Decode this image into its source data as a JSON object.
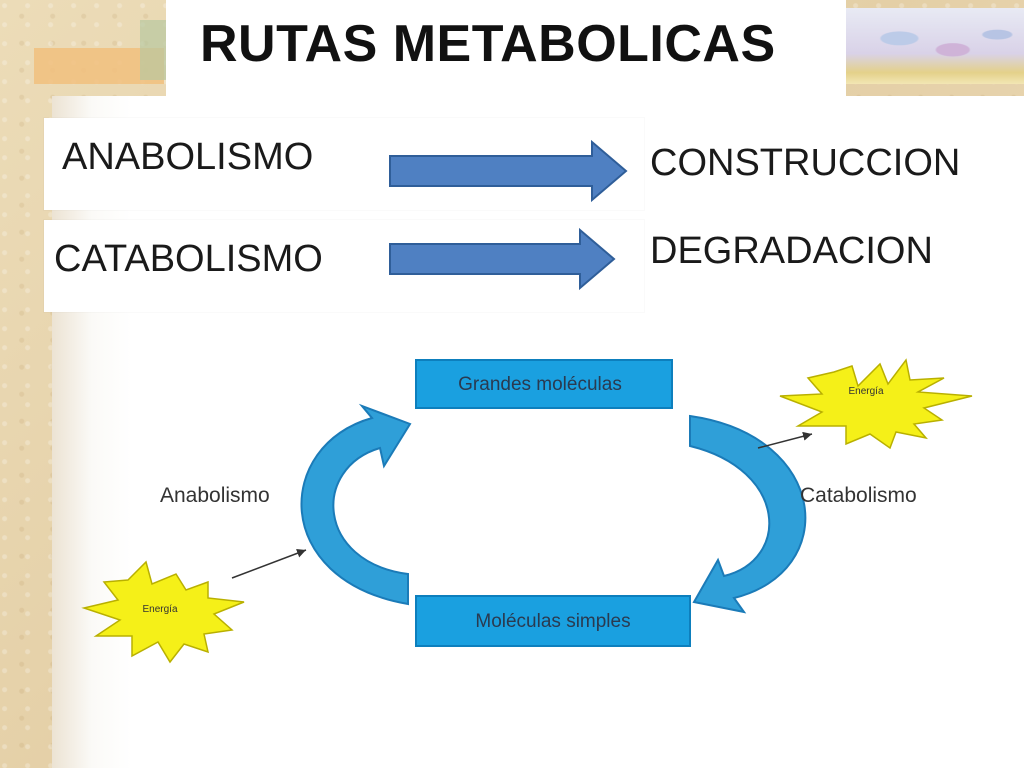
{
  "title": "RUTAS METABOLICAS",
  "definitions": [
    {
      "term": "ANABOLISMO",
      "meaning": "CONSTRUCCION"
    },
    {
      "term": "CATABOLISMO",
      "meaning": "DEGRADACION"
    }
  ],
  "diagram": {
    "top_box": "Grandes moléculas",
    "bottom_box": "Moléculas simples",
    "left_label": "Anabolismo",
    "right_label": "Catabolismo",
    "energy_left": "Energía",
    "energy_right": "Energía"
  },
  "colors": {
    "arrow_blue": "#4f80c2",
    "box_blue": "#1aa0e0",
    "cycle_blue": "#2f9fd8",
    "energy_yellow": "#f5f018"
  }
}
